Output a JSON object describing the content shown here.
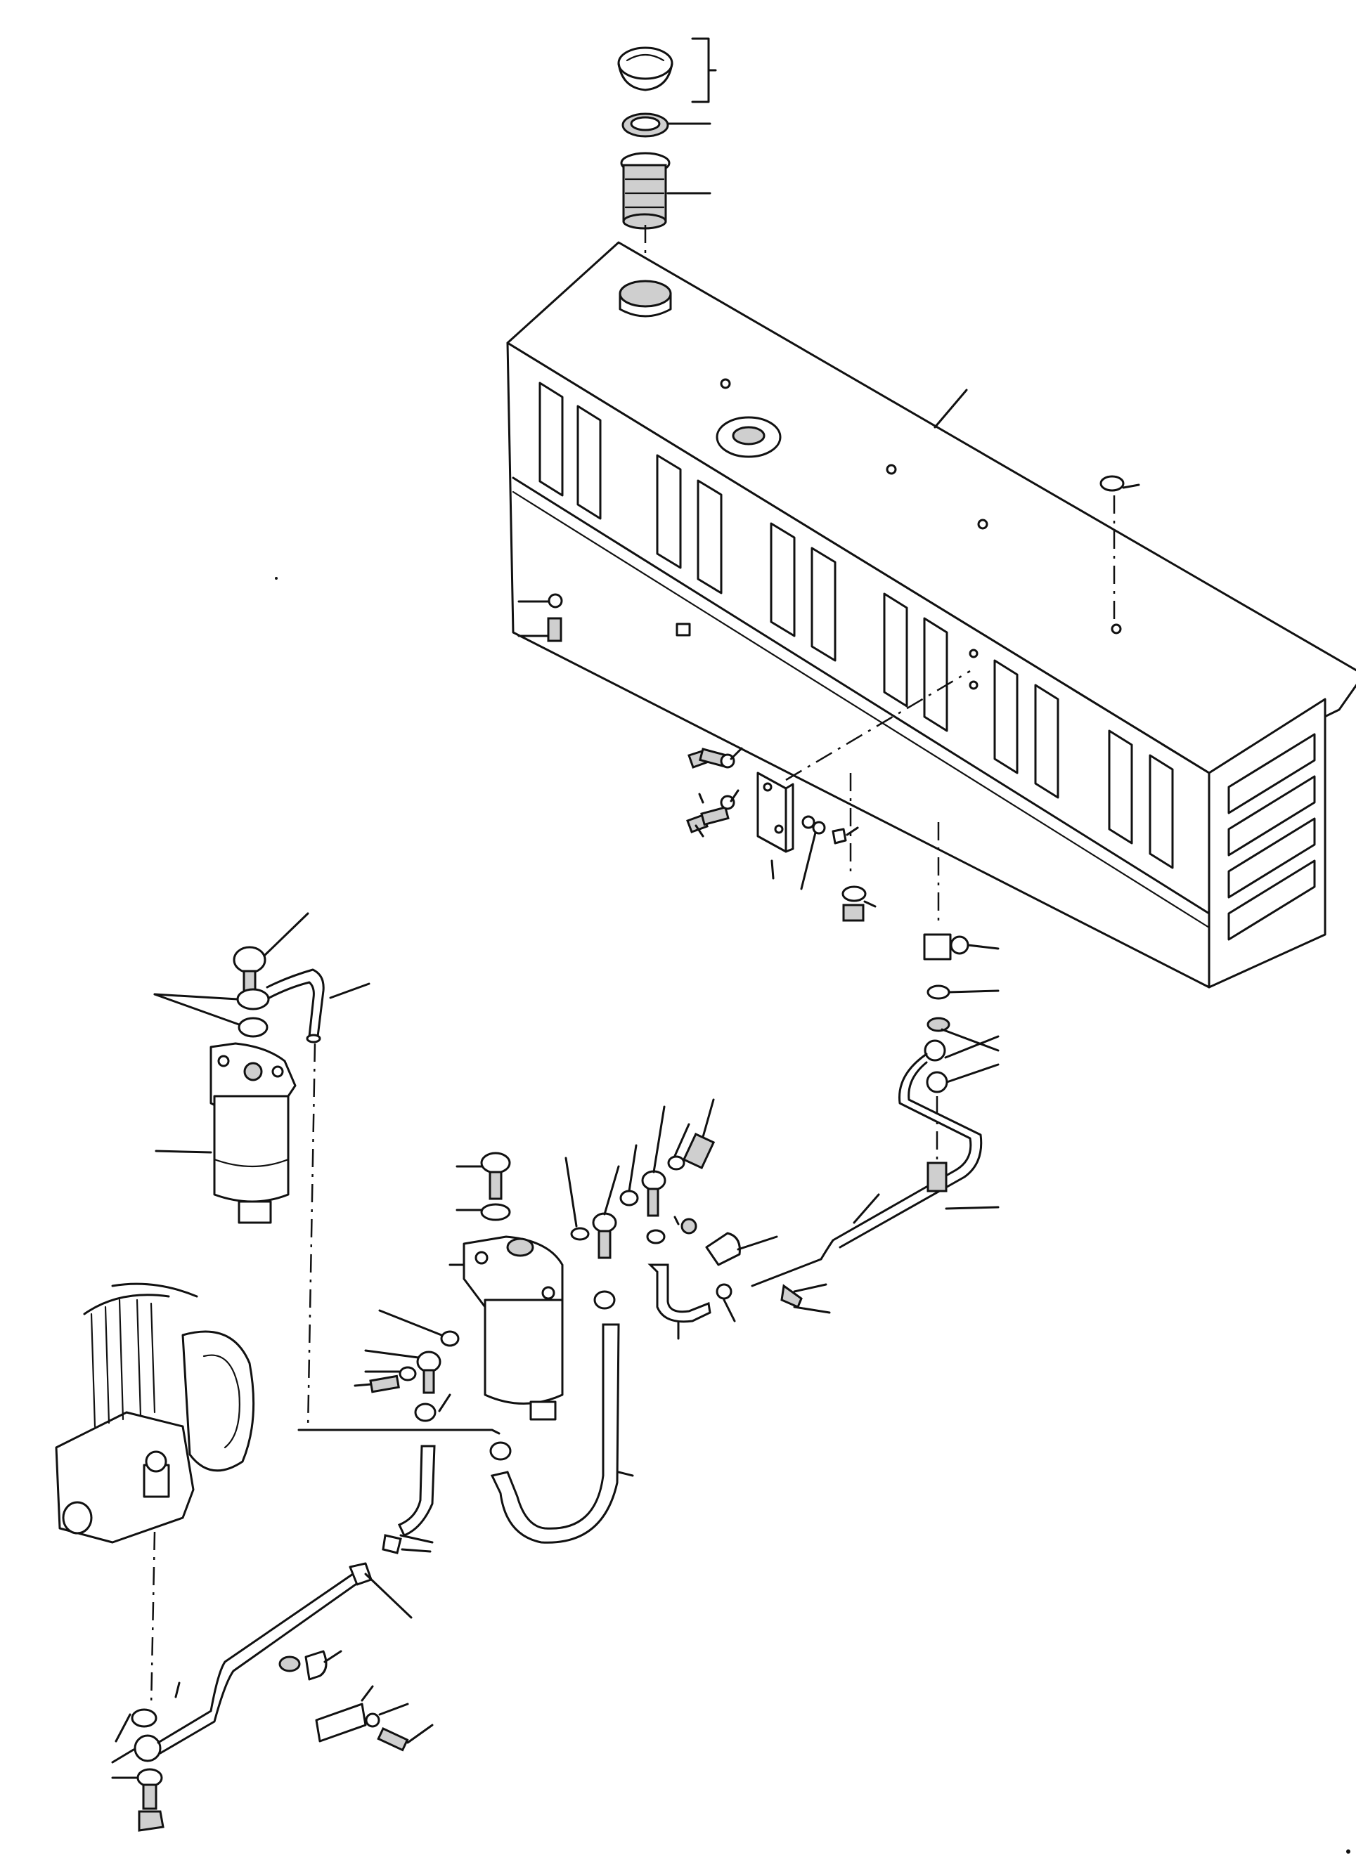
{
  "diagram": {
    "labels": [],
    "parts": [
      "filler-cap",
      "filler-gasket",
      "filler-strainer",
      "fuel-tank",
      "tank-drain-plug",
      "tank-mounting-bracket",
      "fuel-cock",
      "fuel-pipe-tank-to-filter",
      "primary-fuel-filter",
      "secondary-fuel-filter",
      "fuel-hose",
      "fuel-injection-pump",
      "fuel-return-pipe",
      "pipe-clamp",
      "eye-bolt",
      "copper-washer"
    ]
  }
}
